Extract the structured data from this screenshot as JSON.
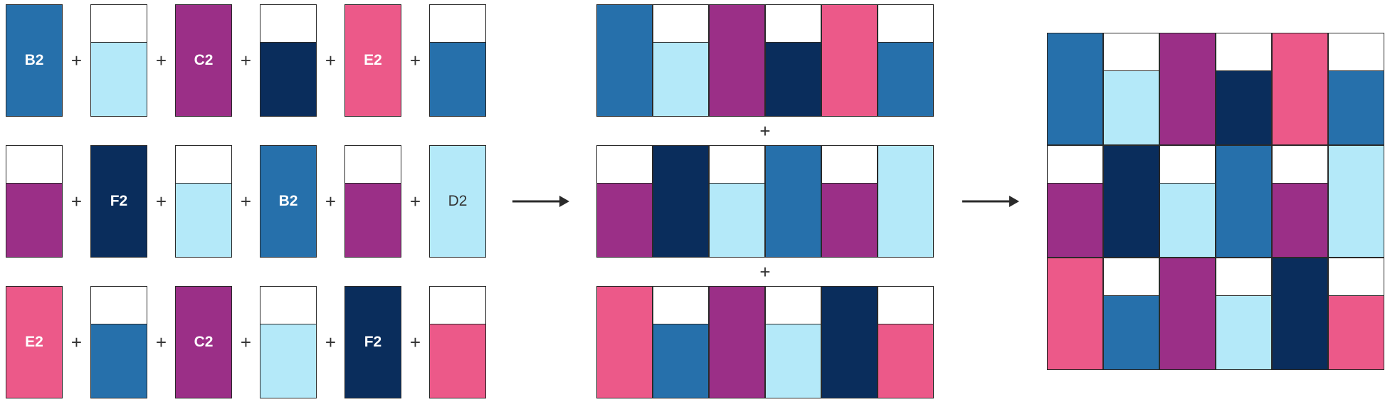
{
  "colors": {
    "A": "#2670ab",
    "B": "#b4e9f9",
    "C": "#9b2f87",
    "D": "#0a2d5c",
    "E": "#ec5989",
    "empty": "#ffffff",
    "stroke": "#2a2a2a",
    "arrow": "#2a2a2a"
  },
  "operator": "+",
  "left_grid": [
    [
      {
        "kind": "full",
        "color": "A",
        "label": "B2"
      },
      {
        "kind": "half",
        "color": "B"
      },
      {
        "kind": "full",
        "color": "C",
        "label": "C2"
      },
      {
        "kind": "half",
        "color": "D"
      },
      {
        "kind": "full",
        "color": "E",
        "label": "E2"
      },
      {
        "kind": "half",
        "color": "A"
      }
    ],
    [
      {
        "kind": "half",
        "color": "C"
      },
      {
        "kind": "full",
        "color": "D",
        "label": "F2"
      },
      {
        "kind": "half",
        "color": "B"
      },
      {
        "kind": "full",
        "color": "A",
        "label": "B2"
      },
      {
        "kind": "half",
        "color": "C"
      },
      {
        "kind": "full",
        "color": "B",
        "label": "D2"
      }
    ],
    [
      {
        "kind": "full",
        "color": "E",
        "label": "E2"
      },
      {
        "kind": "half",
        "color": "A"
      },
      {
        "kind": "full",
        "color": "C",
        "label": "C2"
      },
      {
        "kind": "half",
        "color": "B"
      },
      {
        "kind": "full",
        "color": "D",
        "label": "F2"
      },
      {
        "kind": "half",
        "color": "E"
      }
    ]
  ],
  "middle_rows": [
    [
      {
        "kind": "full",
        "color": "A"
      },
      {
        "kind": "half",
        "color": "B"
      },
      {
        "kind": "full",
        "color": "C"
      },
      {
        "kind": "half",
        "color": "D"
      },
      {
        "kind": "full",
        "color": "E"
      },
      {
        "kind": "half",
        "color": "A"
      }
    ],
    [
      {
        "kind": "half",
        "color": "C"
      },
      {
        "kind": "full",
        "color": "D"
      },
      {
        "kind": "half",
        "color": "B"
      },
      {
        "kind": "full",
        "color": "A"
      },
      {
        "kind": "half",
        "color": "C"
      },
      {
        "kind": "full",
        "color": "B"
      }
    ],
    [
      {
        "kind": "full",
        "color": "E"
      },
      {
        "kind": "half",
        "color": "A"
      },
      {
        "kind": "full",
        "color": "C"
      },
      {
        "kind": "half",
        "color": "B"
      },
      {
        "kind": "full",
        "color": "D"
      },
      {
        "kind": "half",
        "color": "E"
      }
    ]
  ],
  "final_rows": [
    [
      {
        "kind": "full",
        "color": "A"
      },
      {
        "kind": "half",
        "color": "B"
      },
      {
        "kind": "full",
        "color": "C"
      },
      {
        "kind": "half",
        "color": "D"
      },
      {
        "kind": "full",
        "color": "E"
      },
      {
        "kind": "half",
        "color": "A"
      }
    ],
    [
      {
        "kind": "half",
        "color": "C"
      },
      {
        "kind": "full",
        "color": "D"
      },
      {
        "kind": "half",
        "color": "B"
      },
      {
        "kind": "full",
        "color": "A"
      },
      {
        "kind": "half",
        "color": "C"
      },
      {
        "kind": "full",
        "color": "B"
      }
    ],
    [
      {
        "kind": "full",
        "color": "E"
      },
      {
        "kind": "half",
        "color": "A"
      },
      {
        "kind": "full",
        "color": "C"
      },
      {
        "kind": "half",
        "color": "B"
      },
      {
        "kind": "full",
        "color": "D"
      },
      {
        "kind": "half",
        "color": "E"
      }
    ]
  ]
}
